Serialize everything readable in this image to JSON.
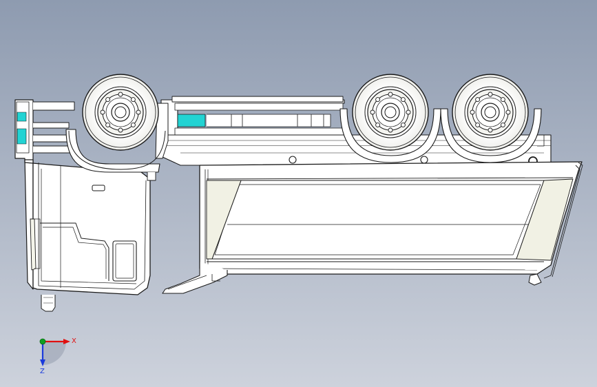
{
  "view": {
    "background_top": "#8e9bb0",
    "background_bottom": "#cdd2dc",
    "body_fill": "#ffffff",
    "line_color": "#1a1a1a",
    "highlight_color": "#22d3d3",
    "panel_fill": "#f1f1e4"
  },
  "triad": {
    "x_label": "X",
    "z_label": "Z",
    "x_color": "#e01010",
    "y_color": "#10a020",
    "z_color": "#1a3adc"
  },
  "model": {
    "wheels": 3,
    "icon": "truck-model-icon"
  }
}
